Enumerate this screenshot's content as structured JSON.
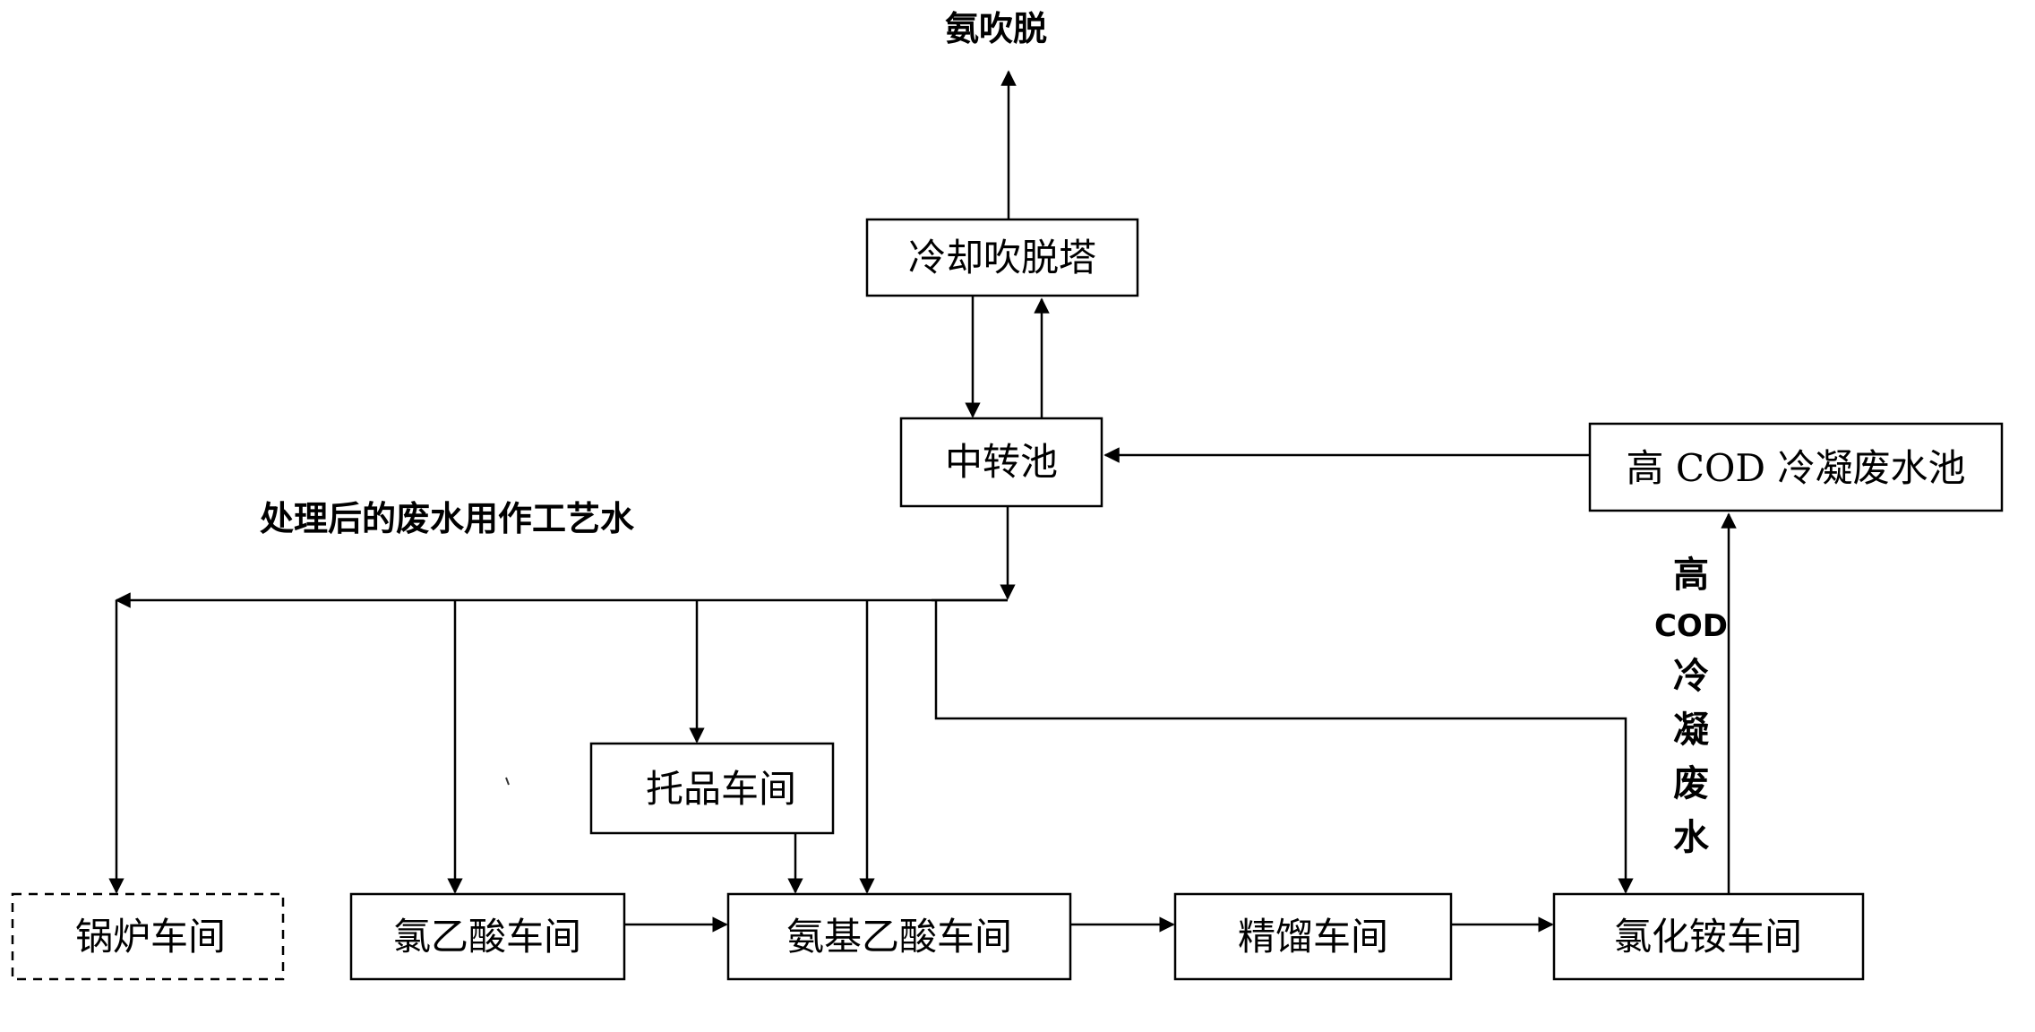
{
  "top_label": "氨吹脱",
  "side_label": "处理后的废水用作工艺水",
  "vertical_label": [
    "高",
    "COD",
    "冷",
    "凝",
    "废",
    "水"
  ],
  "boxes": {
    "cooling_tower": "冷却吹脱塔",
    "transfer_pool": "中转池",
    "high_cod_pool": "高 COD 冷凝废水池",
    "tuopin": "托品车间",
    "boiler": "锅炉车间",
    "chloroacetic": "氯乙酸车间",
    "glycine": "氨基乙酸车间",
    "rectification": "精馏车间",
    "ammonium_chloride": "氯化铵车间"
  }
}
